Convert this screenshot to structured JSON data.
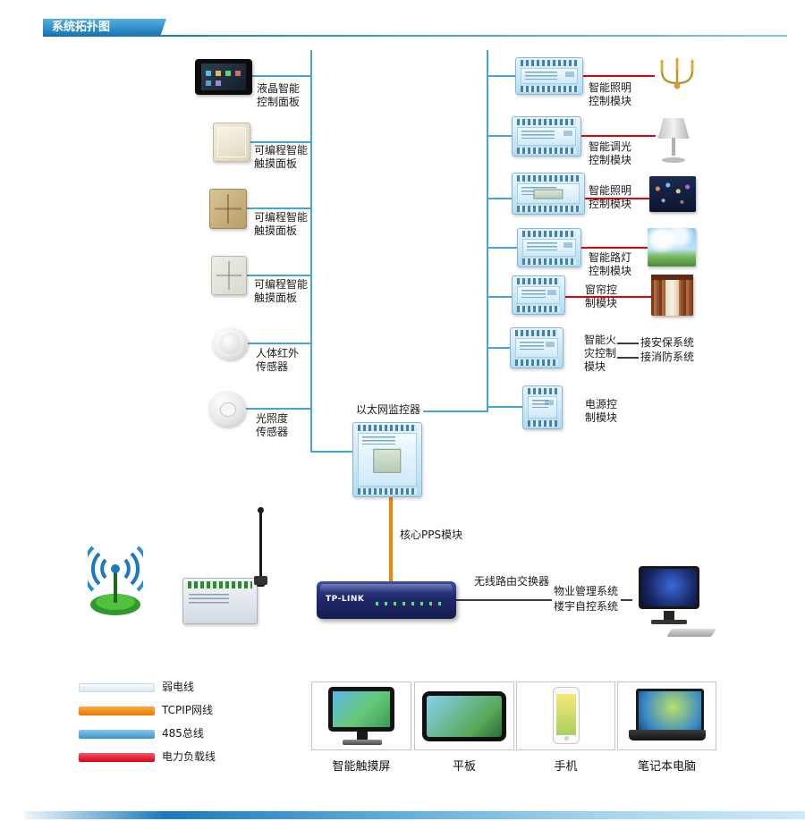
{
  "header": {
    "title": "系统拓扑图"
  },
  "left_devices": [
    {
      "name": "lcd-control-panel",
      "label": "液晶智能\n控制面板"
    },
    {
      "name": "touch-panel-1",
      "label": "可编程智能\n触摸面板"
    },
    {
      "name": "touch-panel-2",
      "label": "可编程智能\n触摸面板"
    },
    {
      "name": "touch-panel-3",
      "label": "可编程智能\n触摸面板"
    },
    {
      "name": "pir-sensor",
      "label": "人体红外\n传感器"
    },
    {
      "name": "light-sensor",
      "label": "光照度\n传感器"
    }
  ],
  "right_modules": [
    {
      "name": "lighting-module-1",
      "label": "智能照明\n控制模块"
    },
    {
      "name": "dimming-module",
      "label": "智能调光\n控制模块"
    },
    {
      "name": "lighting-module-2",
      "label": "智能照明\n控制模块"
    },
    {
      "name": "street-light-module",
      "label": "智能路灯\n控制模块"
    },
    {
      "name": "curtain-module",
      "label": "窗帘控\n制模块"
    },
    {
      "name": "fire-module",
      "label": "智能火\n灾控制\n模块",
      "links": [
        "接安保系统",
        "接消防系统"
      ]
    },
    {
      "name": "power-module",
      "label": "电源控\n制模块"
    }
  ],
  "center": {
    "monitor_label": "以太网监控器",
    "pps_label": "核心PPS模块",
    "router_label": "无线路由交换器",
    "router_brand": "TP-LINK",
    "systems_label": "物业管理系统\n楼宇自控系统"
  },
  "legend": [
    {
      "label": "弱电线",
      "color": "#e2ecf5"
    },
    {
      "label": "TCPIP网线",
      "color": "#f08300"
    },
    {
      "label": "485总线",
      "color": "#45a5d8"
    },
    {
      "label": "电力负载线",
      "color": "#e60012"
    }
  ],
  "terminals": [
    {
      "label": "智能触摸屏"
    },
    {
      "label": "平板"
    },
    {
      "label": "手机"
    },
    {
      "label": "笔记本电脑"
    }
  ],
  "colors": {
    "title_bar": "#1b7fc4",
    "bus_485": "#45a5d8",
    "tcpip_line": "#f08300",
    "power_line": "#e60012",
    "weak_line": "#e2ecf5"
  }
}
